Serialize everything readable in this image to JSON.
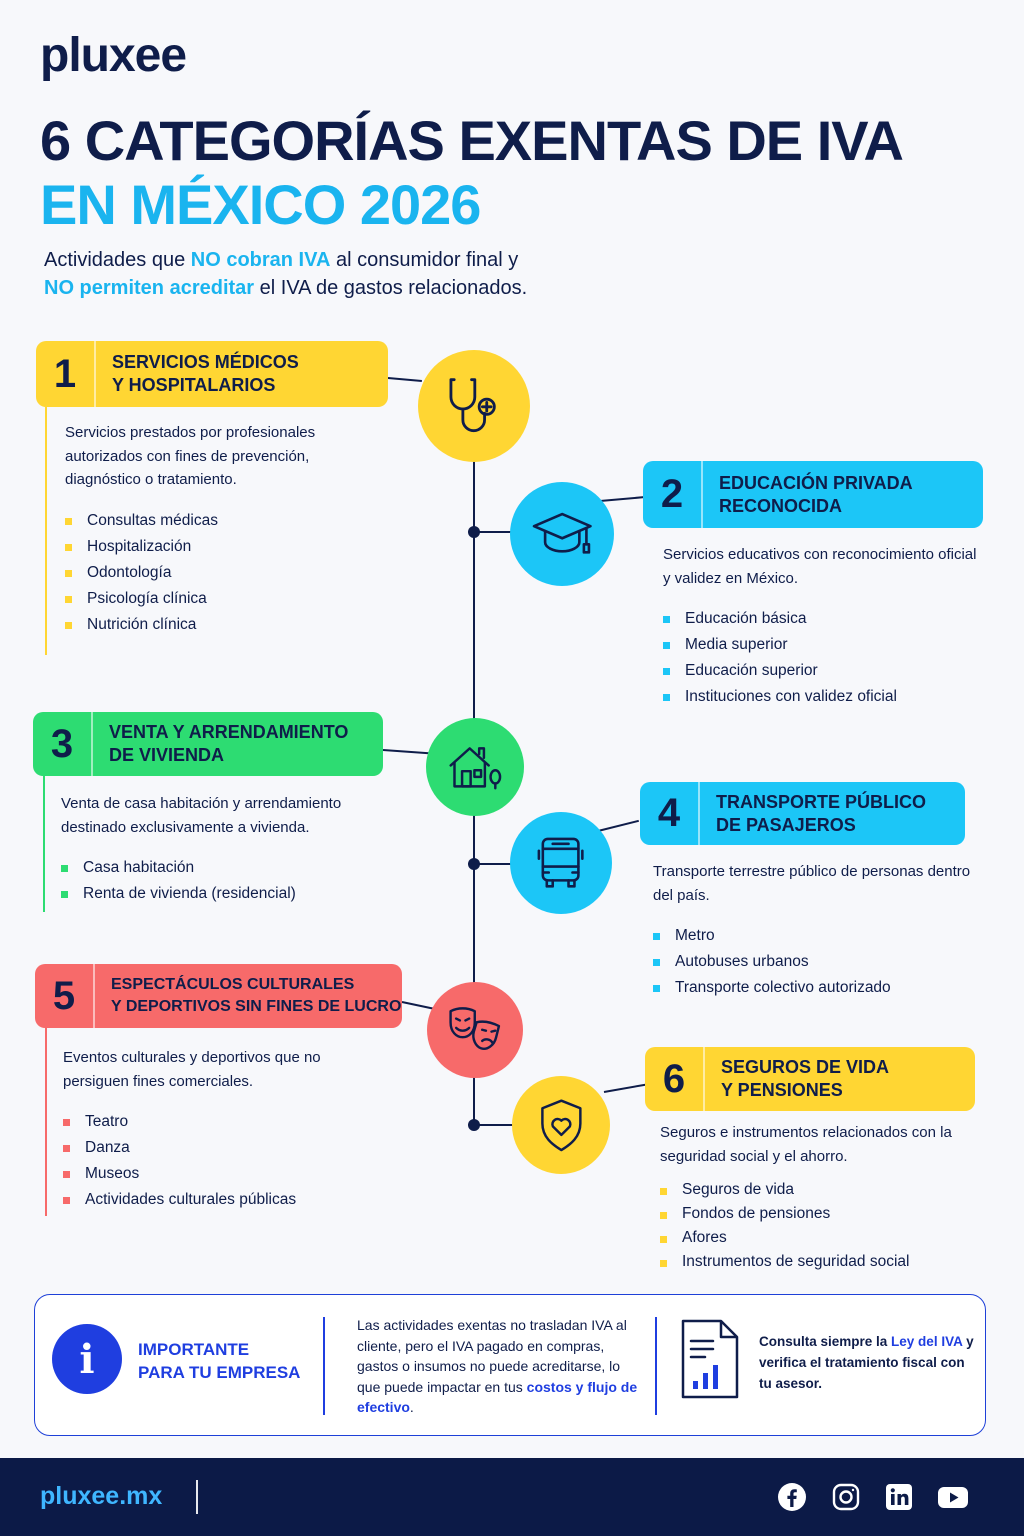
{
  "brand": {
    "logo": "pluxee",
    "site": "pluxee.mx"
  },
  "title": {
    "line1": "6 CATEGORÍAS EXENTAS DE IVA",
    "line2": "EN MÉXICO 2026"
  },
  "subtitle": {
    "p1": "Actividades que ",
    "h1": "NO cobran IVA",
    "p2": " al consumidor final y",
    "h2": "NO permiten acreditar",
    "p3": " el IVA de gastos relacionados."
  },
  "colors": {
    "yellow": "#ffd633",
    "cyan": "#1cc6f7",
    "green": "#2ddc72",
    "red": "#f76a6a",
    "navy": "#0f1d4a",
    "blue": "#1f3ee0"
  },
  "categories": [
    {
      "num": "1",
      "title_l1": "SERVICIOS MÉDICOS",
      "title_l2": "Y HOSPITALARIOS",
      "icon": "stethoscope-icon",
      "description": "Servicios prestados por profesionales autorizados con fines de prevención, diagnóstico o tratamiento.",
      "items": [
        "Consultas médicas",
        "Hospitalización",
        "Odontología",
        "Psicología clínica",
        "Nutrición clínica"
      ]
    },
    {
      "num": "2",
      "title_l1": "EDUCACIÓN PRIVADA",
      "title_l2": "RECONOCIDA",
      "icon": "graduation-cap-icon",
      "description": "Servicios educativos con reconocimiento oficial y validez en México.",
      "items": [
        "Educación básica",
        "Media superior",
        "Educación superior",
        "Instituciones con validez oficial"
      ]
    },
    {
      "num": "3",
      "title_l1": "VENTA Y ARRENDAMIENTO",
      "title_l2": "DE VIVIENDA",
      "icon": "house-icon",
      "description": "Venta de casa habitación y arrendamiento destinado exclusivamente a vivienda.",
      "items": [
        "Casa habitación",
        "Renta de vivienda (residencial)"
      ]
    },
    {
      "num": "4",
      "title_l1": "TRANSPORTE PÚBLICO",
      "title_l2": "DE PASAJEROS",
      "icon": "bus-icon",
      "description": "Transporte terrestre público de personas dentro del país.",
      "items": [
        "Metro",
        "Autobuses urbanos",
        "Transporte colectivo autorizado"
      ]
    },
    {
      "num": "5",
      "title_l1": "ESPECTÁCULOS CULTURALES",
      "title_l2": "Y DEPORTIVOS SIN FINES DE LUCRO",
      "icon": "theater-masks-icon",
      "description": "Eventos culturales y deportivos que no persiguen fines comerciales.",
      "items": [
        "Teatro",
        "Danza",
        "Museos",
        "Actividades culturales públicas"
      ]
    },
    {
      "num": "6",
      "title_l1": "SEGUROS DE VIDA",
      "title_l2": "Y PENSIONES",
      "icon": "shield-heart-icon",
      "description": "Seguros e instrumentos relacionados con la seguridad social y el ahorro.",
      "items": [
        "Seguros de vida",
        "Fondos de pensiones",
        "Afores",
        "Instrumentos de seguridad social"
      ]
    }
  ],
  "important": {
    "icon": "info-icon",
    "icon_glyph": "i",
    "title_l1": "IMPORTANTE",
    "title_l2": "PARA TU EMPRESA",
    "text_p1": "Las actividades exentas no trasladan IVA al cliente, pero el IVA pagado en compras, gastos o insumos no puede acreditarse, lo que puede impactar en tus ",
    "text_hl": "costos y flujo de efectivo",
    "text_p2": ".",
    "note_p1": "Consulta siempre la ",
    "note_hl": "Ley del IVA",
    "note_p2": " y verifica el tratamiento fiscal con tu asesor."
  },
  "social": [
    "facebook-icon",
    "instagram-icon",
    "linkedin-icon",
    "youtube-icon"
  ]
}
